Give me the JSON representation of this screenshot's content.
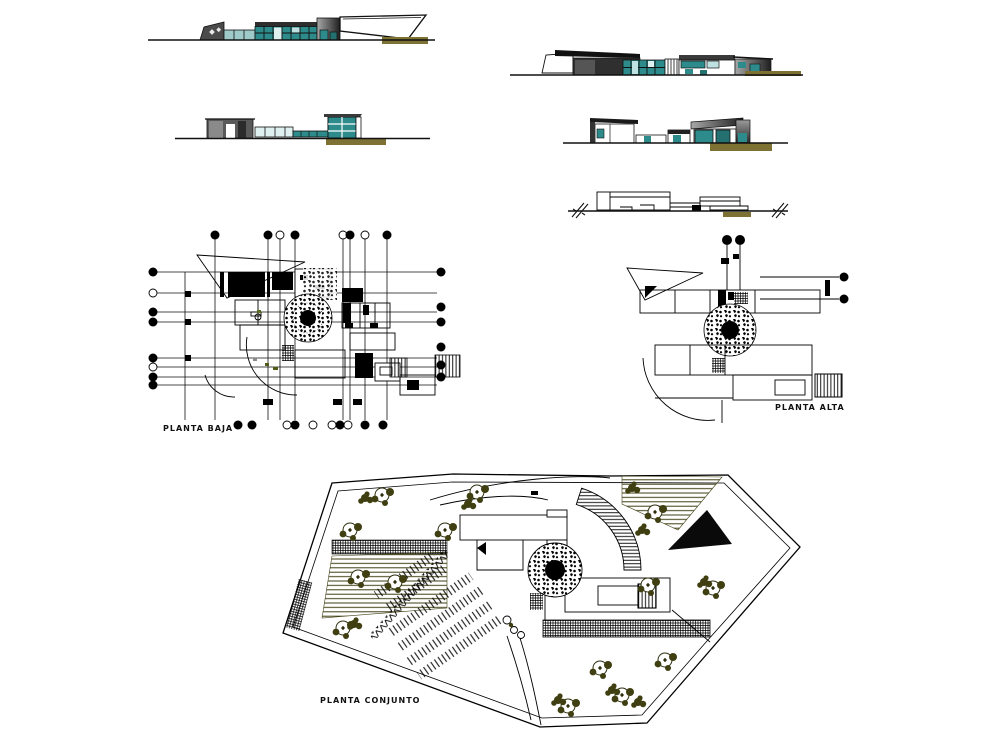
{
  "sheet": {
    "background": "#ffffff"
  },
  "labels": {
    "planta_baja": "PLANTA BAJA",
    "planta_alta": "PLANTA ALTA",
    "planta_conjunto": "PLANTA CONJUNTO"
  },
  "colors": {
    "ink": "#000000",
    "teal": "#2e8b8b",
    "teal_dark": "#1f6e6e",
    "teal_light": "#aed4d4",
    "gray_dark": "#333333",
    "gray_mid": "#7d7d7d",
    "tan": "#7d7233",
    "olive": "#3f3f12"
  }
}
